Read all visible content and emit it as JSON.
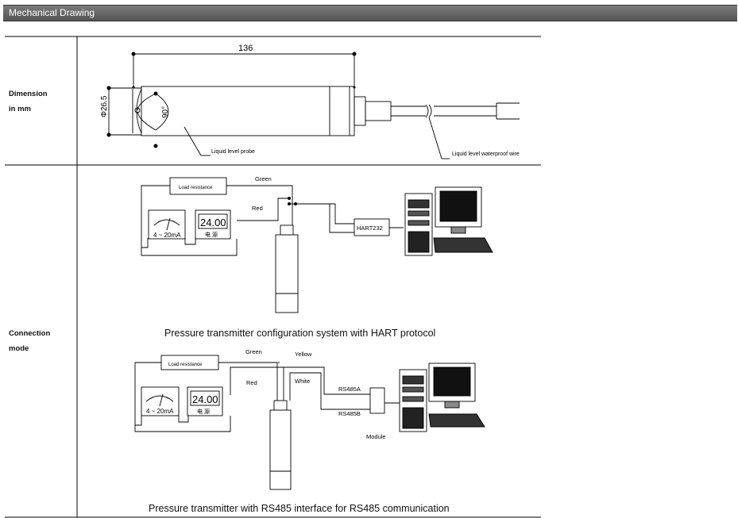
{
  "section_title": "Mechanical Drawing",
  "rows": [
    {
      "label_line1": "Dimension",
      "label_line2": "in mm"
    },
    {
      "label_line1": "Connection",
      "label_line2": "mode"
    }
  ],
  "dimension_drawing": {
    "length": "136",
    "diameter": "Φ26.5",
    "angle": "90°",
    "probe_label": "Liquid level probe",
    "wire_label": "Liquid level waterproof wire"
  },
  "hart_diagram": {
    "load_resistance": "Load resistance",
    "green": "Green",
    "red": "Red",
    "ammeter": "4 ~ 20mA",
    "power_display": "24.00",
    "power_label": "电 源",
    "hart_box": "HART232",
    "caption": "Pressure transmitter configuration system with HART protocol"
  },
  "rs485_diagram": {
    "load_resistance": "Load resistance",
    "green": "Green",
    "yellow": "Yellow",
    "red": "Red",
    "white": "White",
    "rs485a": "RS485A",
    "rs485b": "RS485B",
    "module": "Module",
    "ammeter": "4 ~ 20mA",
    "power_display": "24.00",
    "power_label": "电 源",
    "caption": "Pressure transmitter with RS485 interface for RS485 communication"
  }
}
